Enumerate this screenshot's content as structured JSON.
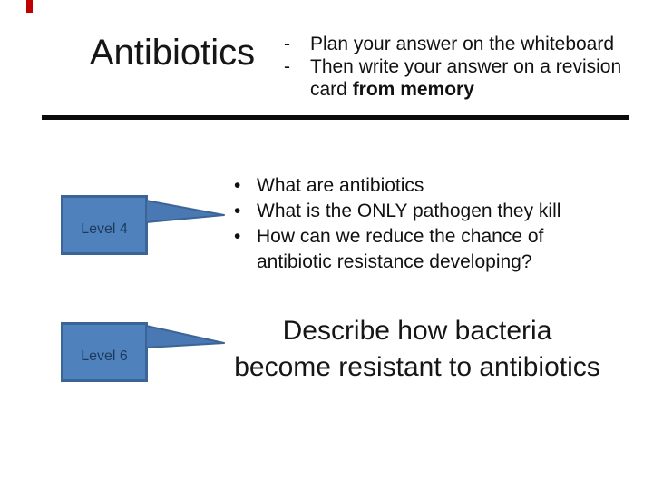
{
  "slide": {
    "title": "Antibiotics",
    "corner_mark_color": "#c00000",
    "divider_color": "#0b0b0b",
    "instructions": {
      "dash": "-",
      "items": [
        {
          "text": "Plan your answer on the whiteboard",
          "bold": ""
        },
        {
          "text": "Then write your answer on a revision card ",
          "bold": "from memory"
        }
      ]
    },
    "callouts": {
      "box_fill": "#4f81bd",
      "box_border": "#3b6596",
      "label_color": "#1d3a5e",
      "arrow_fill": "#4a78b2",
      "level4_label": "Level 4",
      "level6_label": "Level 6"
    },
    "questions": {
      "bullet": "•",
      "items": [
        "What are antibiotics",
        "What is the ONLY pathogen they kill",
        "How can we reduce the chance of antibiotic resistance developing?"
      ]
    },
    "prompt": {
      "line1": "Describe how bacteria",
      "line2": "become resistant to antibiotics"
    }
  }
}
